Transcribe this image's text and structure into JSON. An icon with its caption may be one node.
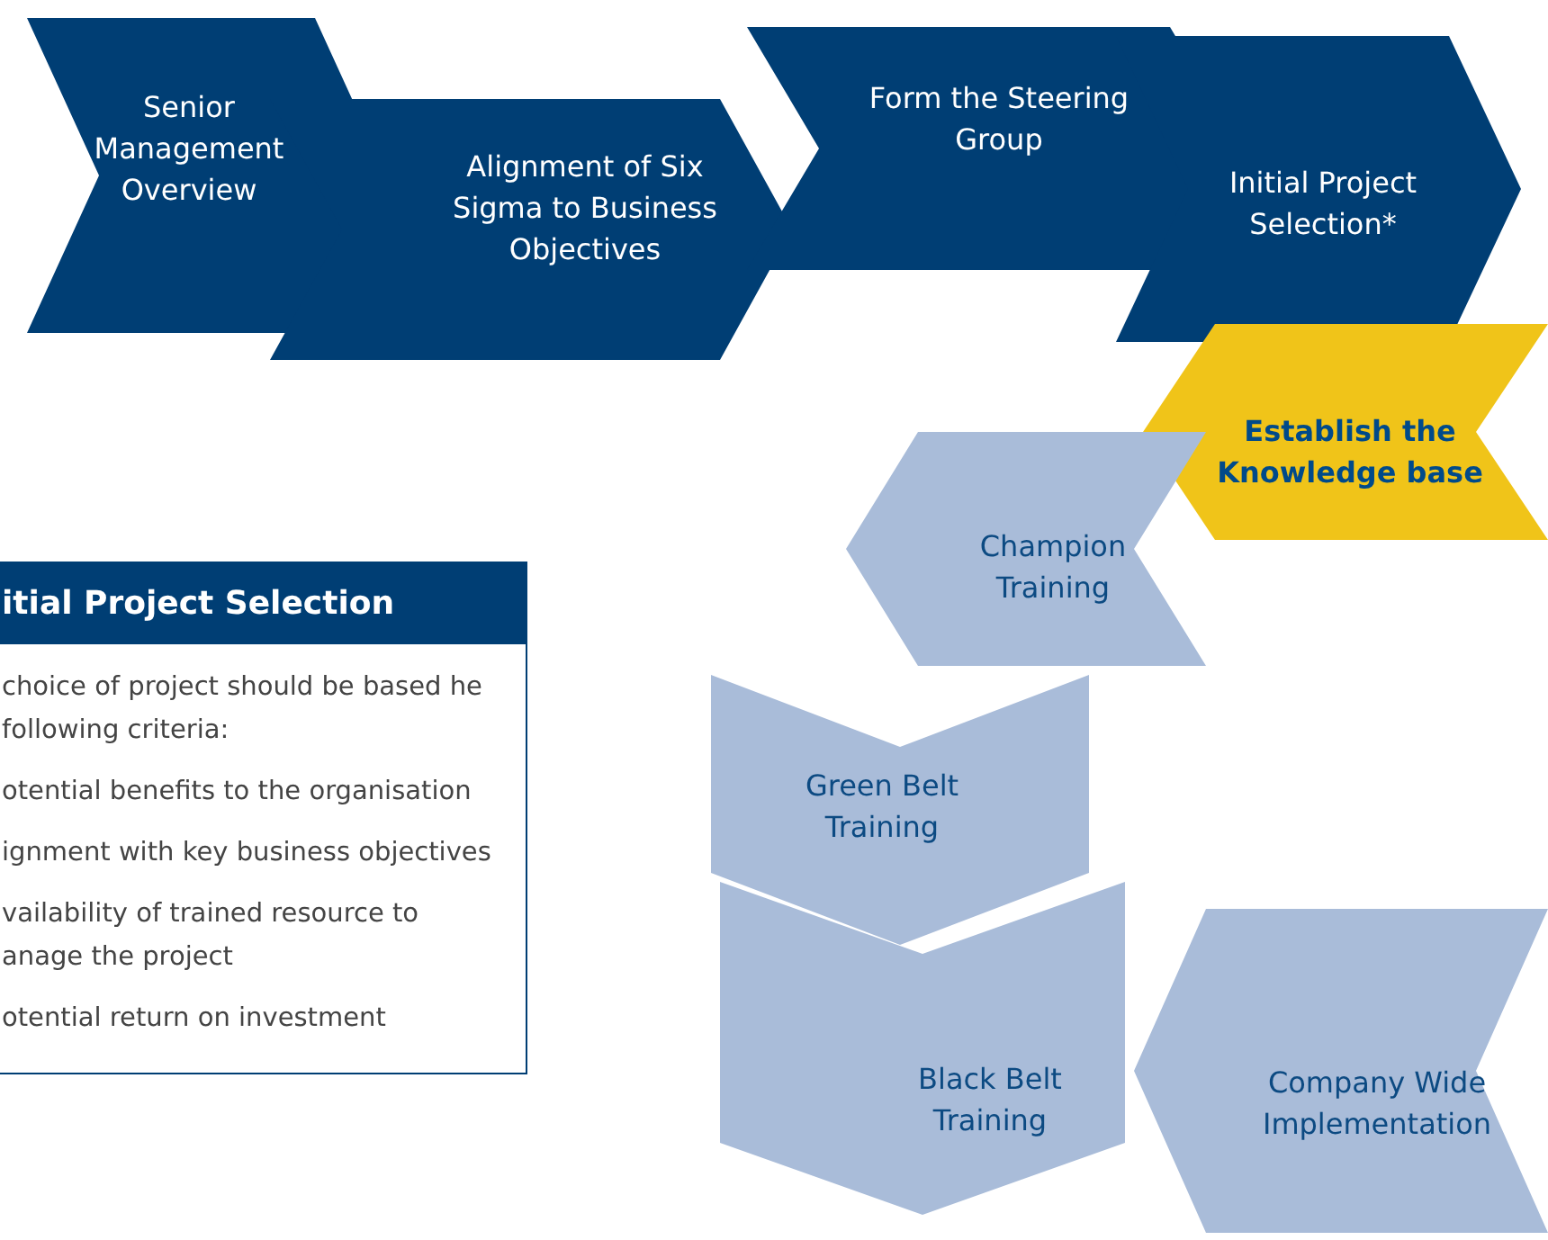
{
  "diagram": {
    "nodes": [
      {
        "text": [
          "Senior Management Overview"
        ]
      },
      {
        "text": [
          "Alignment of Six Sigma to Business Objectives"
        ]
      },
      {
        "text": [
          "Form the Steering Group"
        ]
      },
      {
        "text": [
          "Initial Project Selection*"
        ]
      },
      {
        "text": [
          "Establish the Knowledge base"
        ]
      },
      {
        "text": [
          "Champion Training"
        ]
      },
      {
        "text": [
          "Green Belt Training"
        ]
      },
      {
        "text": [
          "Black Belt Training"
        ]
      },
      {
        "text": [
          "Company Wide Implementation"
        ]
      },
      {
        "text": [
          "itial Project Selection",
          "choice of project should be based he following criteria:",
          "otential benefits to the organisation",
          "ignment with key business objectives",
          "vailability of trained resource to anage the project",
          "otential return on investment"
        ]
      }
    ],
    "edges": []
  }
}
